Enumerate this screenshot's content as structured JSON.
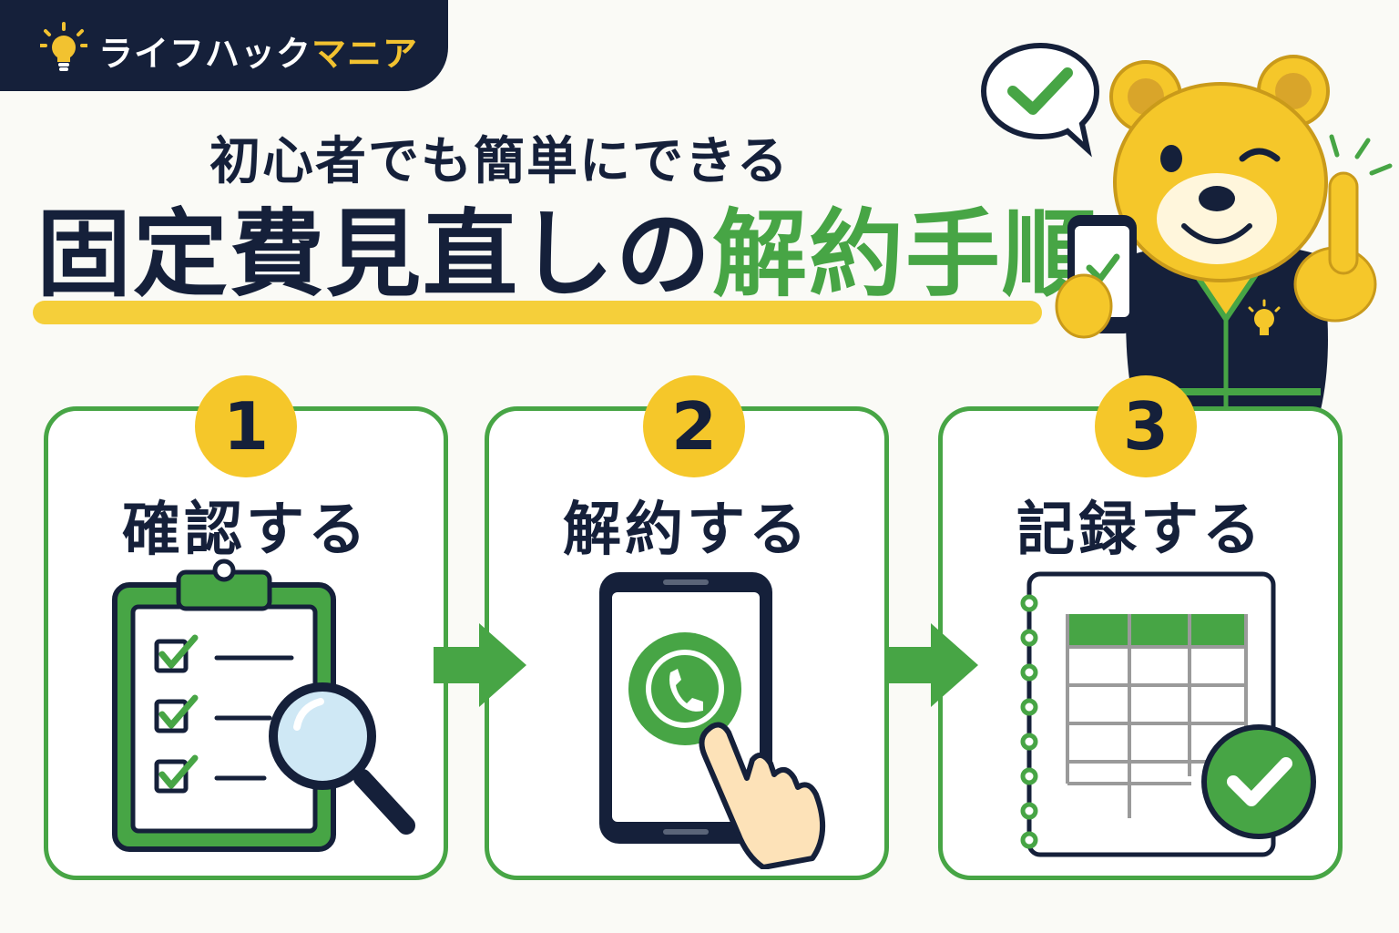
{
  "brand": {
    "name_part1": "ライフハック",
    "name_part2": "マニア",
    "icon": "lightbulb-icon"
  },
  "header": {
    "subtitle": "初心者でも簡単にできる",
    "title_part1": "固定費見直しの",
    "title_part2": "解約手順"
  },
  "steps": [
    {
      "number": "1",
      "label": "確認する",
      "icon": "clipboard-magnifier-icon"
    },
    {
      "number": "2",
      "label": "解約する",
      "icon": "smartphone-call-icon"
    },
    {
      "number": "3",
      "label": "記録する",
      "icon": "spreadsheet-notebook-icon"
    }
  ],
  "colors": {
    "green": "#47a545",
    "navy": "#15203a",
    "yellow": "#f5c72a",
    "background": "#fafaf6"
  },
  "icons": {
    "arrow": "arrow-right-icon",
    "mascot": "bear-mascot-icon",
    "bubble": "speech-bubble-check-icon"
  }
}
